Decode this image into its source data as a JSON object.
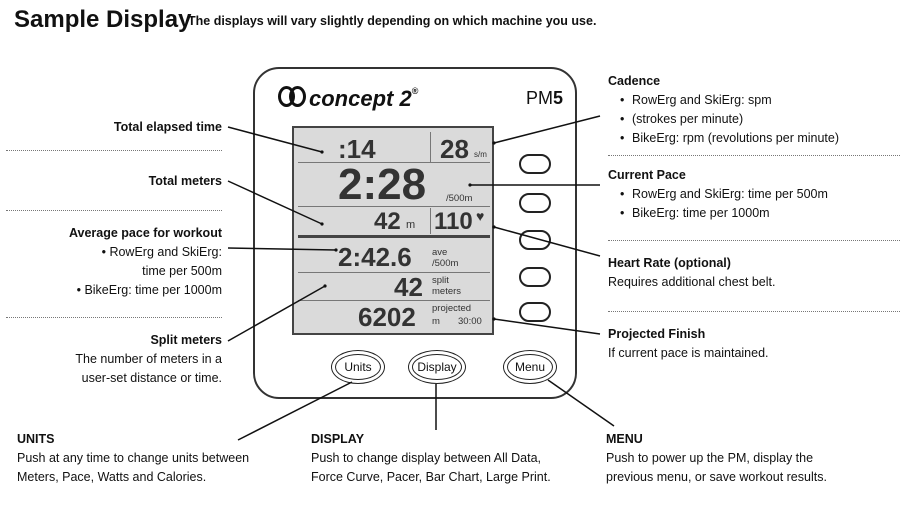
{
  "header": {
    "title": "Sample Display",
    "subtitle": "The displays will vary slightly depending on which machine you use."
  },
  "monitor": {
    "brand": "concept 2",
    "model_prefix": "PM",
    "model_number": "5",
    "screen": {
      "elapsed_time": ":14",
      "cadence_value": "28",
      "cadence_unit": "s/m",
      "pace_value": "2:28",
      "pace_unit": "/500m",
      "meters_value": "42",
      "meters_unit": "m",
      "heart_rate": "110",
      "avg_pace_value": "2:42.6",
      "avg_pace_unit_1": "ave",
      "avg_pace_unit_2": "/500m",
      "split_value": "42",
      "split_unit_1": "split",
      "split_unit_2": "meters",
      "projected_value": "6202",
      "projected_unit_1": "projected",
      "projected_unit_2": "m",
      "projected_time": "30:00"
    },
    "buttons": {
      "units": "Units",
      "display": "Display",
      "menu": "Menu"
    }
  },
  "labels": {
    "total_elapsed_time": "Total elapsed time",
    "total_meters": "Total meters",
    "average_pace": {
      "title": "Average pace for workout",
      "bullet1_line1": "RowErg and SkiErg:",
      "bullet1_line2": "time per 500m",
      "bullet2": "BikeErg: time per 1000m"
    },
    "split_meters": {
      "title": "Split meters",
      "line1": "The number of meters in a",
      "line2": "user-set distance or time."
    },
    "cadence": {
      "title": "Cadence",
      "bullet1_line1": "RowErg and SkiErg: spm",
      "bullet1_line2": "(strokes per minute)",
      "bullet2": "BikeErg: rpm (revolutions per minute)"
    },
    "current_pace": {
      "title": "Current Pace",
      "bullet1": "RowErg and SkiErg: time per 500m",
      "bullet2": "BikeErg: time per 1000m"
    },
    "heart_rate": {
      "title": "Heart Rate (optional)",
      "line1": "Requires additional chest belt."
    },
    "projected_finish": {
      "title": "Projected Finish",
      "line1": "If current pace is maintained."
    },
    "units": {
      "title": "UNITS",
      "line1": "Push at any time to change units between",
      "line2": "Meters, Pace, Watts and Calories."
    },
    "display": {
      "title": "DISPLAY",
      "line1": "Push to change display between All Data,",
      "line2": "Force Curve, Pacer, Bar Chart, Large Print."
    },
    "menu": {
      "title": "MENU",
      "line1": "Push to power up the PM, display the",
      "line2": "previous menu, or save workout results."
    }
  }
}
